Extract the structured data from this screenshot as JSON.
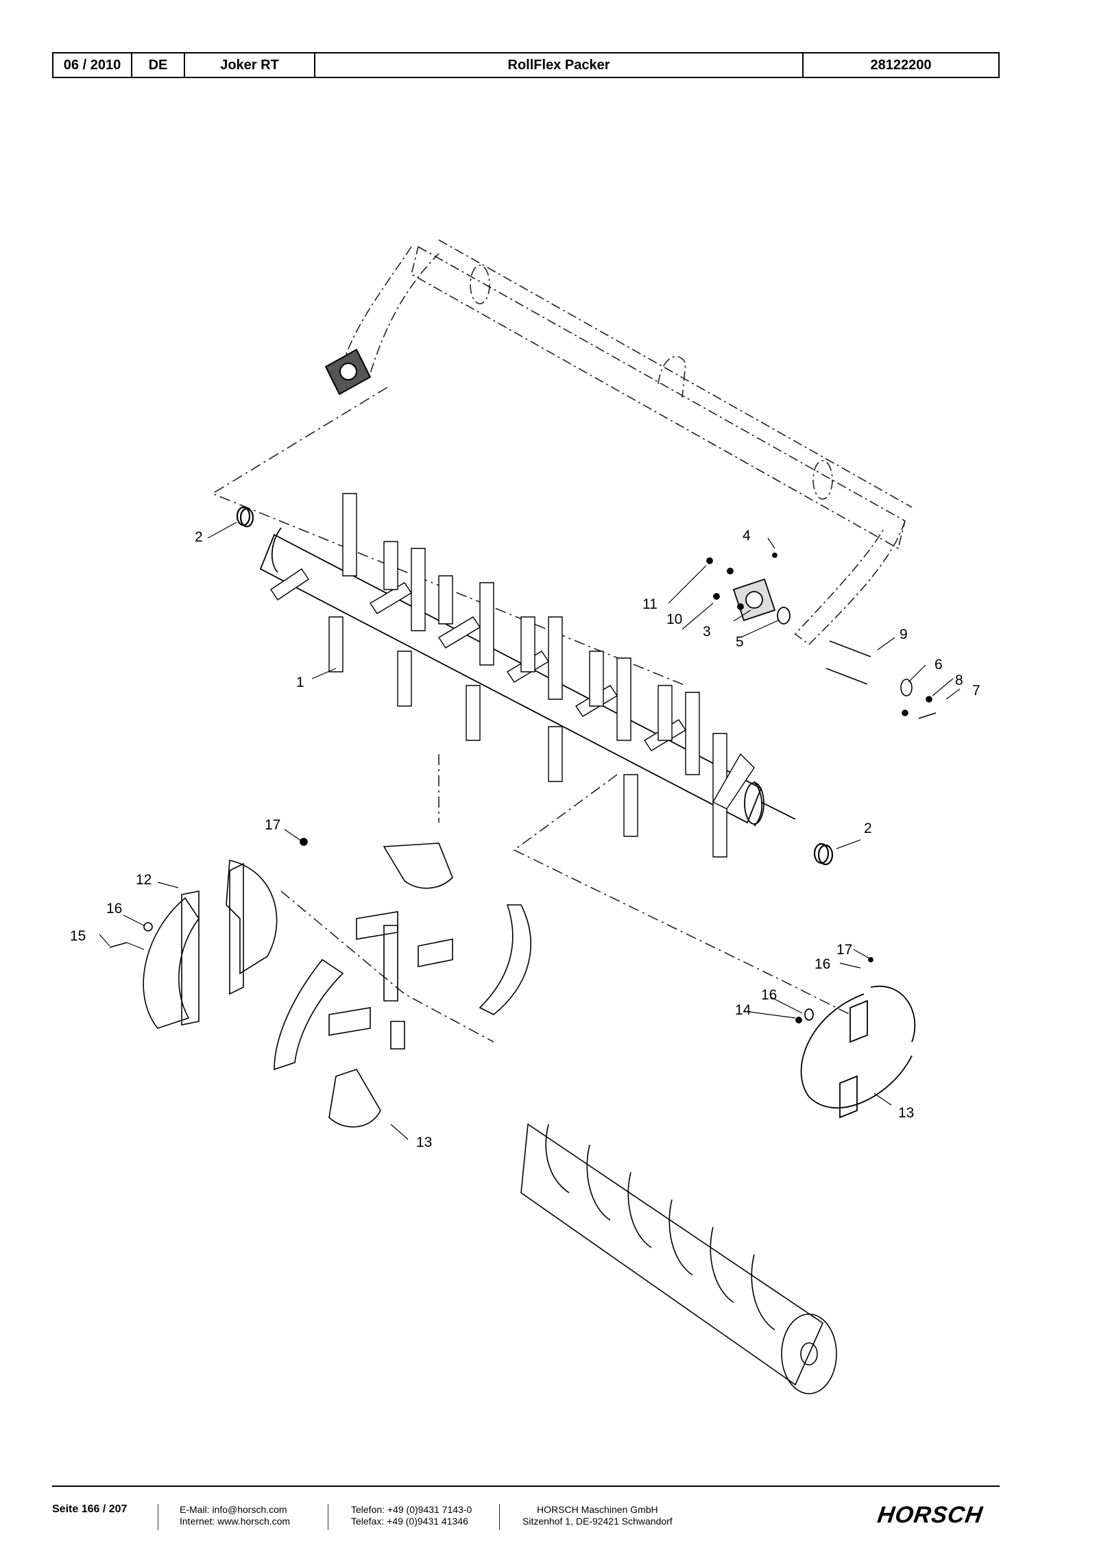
{
  "header": {
    "date": "06 / 2010",
    "lang": "DE",
    "machine": "Joker RT",
    "title": "RollFlex Packer",
    "code": "28122200"
  },
  "callouts": {
    "c1": "1",
    "c2a": "2",
    "c2b": "2",
    "c3": "3",
    "c4": "4",
    "c5": "5",
    "c6": "6",
    "c7": "7",
    "c8": "8",
    "c9": "9",
    "c10": "10",
    "c11": "11",
    "c12": "12",
    "c13a": "13",
    "c13b": "13",
    "c14": "14",
    "c15": "15",
    "c16a": "16",
    "c16b": "16",
    "c16c": "16",
    "c17a": "17",
    "c17b": "17"
  },
  "footer": {
    "page": "Seite 166 / 207",
    "email": "E-Mail: info@horsch.com",
    "internet": "Internet: www.horsch.com",
    "phone": "Telefon: +49 (0)9431 7143-0",
    "fax": "Telefax: +49 (0)9431 41346",
    "company": "HORSCH Maschinen GmbH",
    "address": "Sitzenhof 1, DE-92421 Schwandorf",
    "logo": "HORSCH"
  }
}
